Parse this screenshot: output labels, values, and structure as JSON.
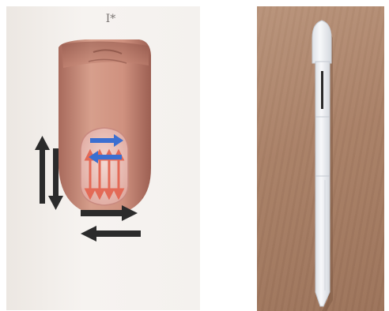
{
  "left_image": {
    "label": "I*",
    "description_icon": "fingernail-diagram"
  },
  "right_image": {
    "description_icon": "splint-on-wood"
  },
  "colors": {
    "skin": "#c98a78",
    "nail": "#e9bfb8",
    "blue_arrow": "#3b6fd1",
    "red_arrow": "#e36a57",
    "dark_arrow": "#2b2b2b",
    "wood": "#a98066",
    "splint": "#f2f3f5"
  }
}
